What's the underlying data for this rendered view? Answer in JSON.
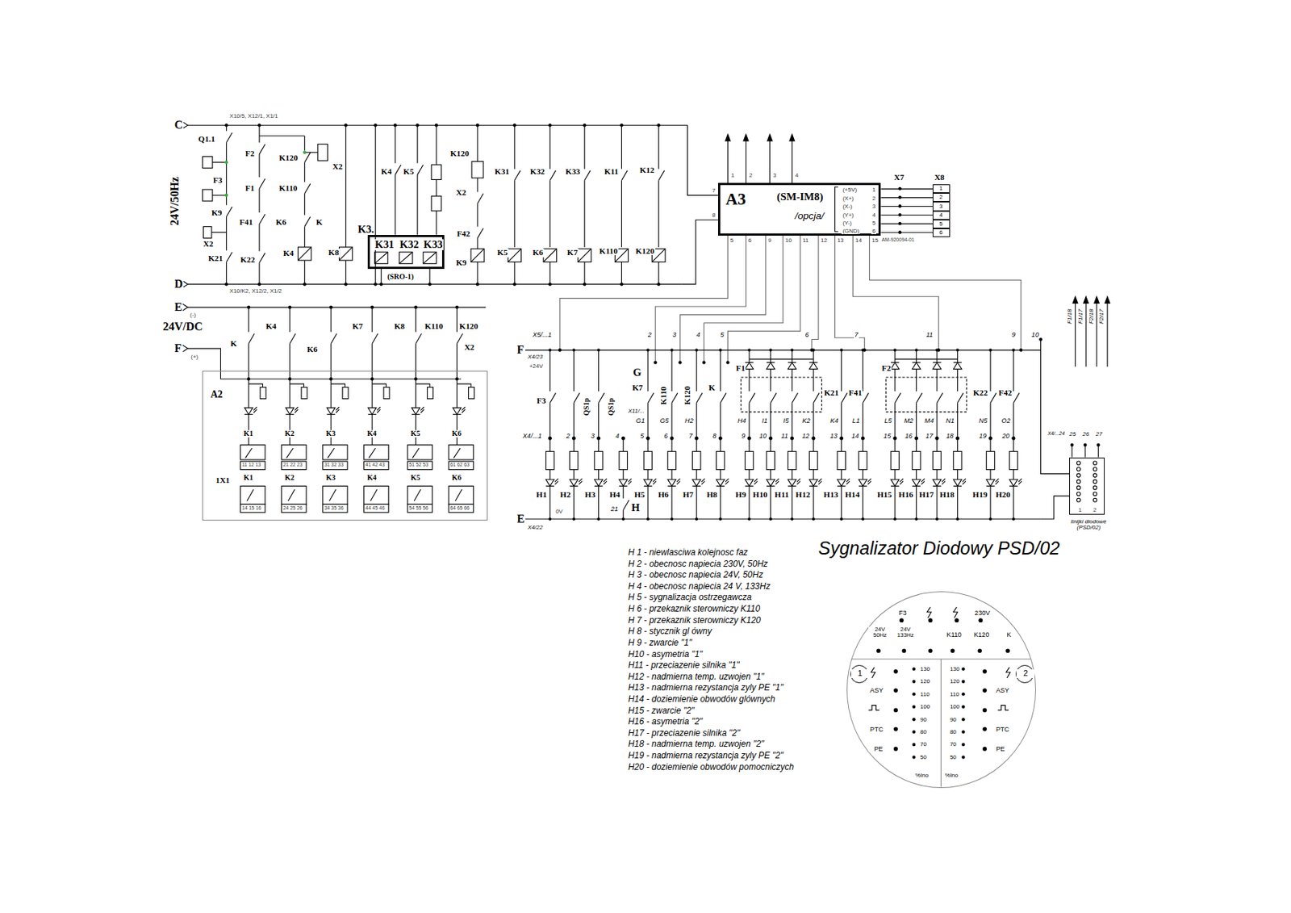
{
  "diagram": {
    "title": "Sygnalizator Diodowy PSD/02",
    "nodes": [
      {
        "text": [
          "A3",
          "(SM-IM8)",
          "/opcja/",
          "(+5V)",
          "(X+)",
          "(X-)",
          "(Y+)",
          "(Y-)",
          "(GND)",
          "1",
          "2",
          "3",
          "4",
          "5",
          "6"
        ]
      },
      {
        "text": [
          "K3.",
          "K31",
          "K32",
          "K33",
          "(SRO-1)"
        ]
      },
      {
        "text": [
          "A2"
        ]
      },
      {
        "text": [
          "1"
        ]
      },
      {
        "text": [
          "2"
        ]
      },
      {
        "text": [
          "3"
        ]
      },
      {
        "text": [
          "4"
        ]
      },
      {
        "text": [
          "5"
        ]
      },
      {
        "text": [
          "6"
        ]
      },
      {
        "text": [
          "1",
          "2",
          "linijki diodowe (PSD/02)"
        ]
      },
      {
        "text": [
          "F3",
          "230V",
          "24V 50Hz",
          "24V 133Hz",
          "K110",
          "K120",
          "K",
          "ASY",
          "PTC",
          "PE",
          "ASY",
          "PTC",
          "PE",
          "130",
          "120",
          "110",
          "100",
          "90",
          "80",
          "70",
          "50",
          "130",
          "120",
          "110",
          "100",
          "90",
          "80",
          "70",
          "50",
          "%Ino",
          "%Ino"
        ]
      },
      {
        "text": [
          "1"
        ],
        "in": 10
      },
      {
        "text": [
          "2"
        ],
        "in": 10
      }
    ],
    "edges": [
      {
        "from": 0,
        "to": 3,
        "arrow": "none"
      },
      {
        "from": 0,
        "to": 4,
        "arrow": "none"
      },
      {
        "from": 0,
        "to": 5,
        "arrow": "none"
      },
      {
        "from": 0,
        "to": 6,
        "arrow": "none"
      },
      {
        "from": 0,
        "to": 7,
        "arrow": "none"
      },
      {
        "from": 0,
        "to": 8,
        "arrow": "none"
      }
    ],
    "labels": [
      "C",
      "24V/50Hz",
      "Q1.1",
      "X10/5, X12/1, X1/1",
      "F2",
      "F3",
      "F1",
      "K9",
      "F41",
      "X2",
      "K21",
      "K22",
      "K120",
      "K110",
      "X2",
      "K6",
      "K",
      "K4",
      "K8",
      "X10/K2, X12/2, X1/2",
      "D",
      "K4",
      "K5",
      "K120",
      "X2",
      "F42",
      "K9",
      "K31",
      "K32",
      "K33",
      "K11",
      "K12",
      "K5",
      "K6",
      "K7",
      "K110",
      "K120",
      "X7",
      "X8",
      "1",
      "2",
      "3",
      "4",
      "7",
      "8",
      "5",
      "6",
      "9",
      "10",
      "11",
      "12",
      "13",
      "14",
      "15",
      "AM-920094-01",
      "E",
      "(-)",
      "24V/DC",
      "F",
      "(+)",
      "K4",
      "K",
      "K6",
      "K7",
      "K8",
      "K110",
      "K120",
      "X2",
      "K1",
      "K2",
      "K3",
      "K4",
      "K5",
      "K6",
      "1X1",
      "K1",
      "K2",
      "K3",
      "K4",
      "K5",
      "K6",
      "11 12 13",
      "21 22 23",
      "31 32 33",
      "41 42 43",
      "51 52 53",
      "61 62 63",
      "14 15 16",
      "24 25 26",
      "34 35 36",
      "44 45 46",
      "54 55 56",
      "64 65 66",
      "F",
      "E",
      "X5/...1",
      "X4/23",
      "+24V",
      "X4/...1",
      "X4/22",
      "0V",
      "F3",
      "QS1p",
      "QS1p",
      "G",
      "K7",
      "X11/...",
      "K110",
      "K120",
      "K",
      "F1",
      "F2",
      "K21",
      "F41",
      "K22",
      "F42",
      "2",
      "3",
      "4",
      "5",
      "6",
      "7",
      "11",
      "9",
      "10",
      "G1",
      "G5",
      "H2",
      "H4",
      "I1",
      "I5",
      "K2",
      "K4",
      "L1",
      "L5",
      "M2",
      "M4",
      "N1",
      "N5",
      "O2",
      "2",
      "3",
      "4",
      "5",
      "6",
      "7",
      "8",
      "9",
      "10",
      "11",
      "12",
      "13",
      "14",
      "15",
      "16",
      "17",
      "18",
      "19",
      "20",
      "H1",
      "H2",
      "H3",
      "H4",
      "H5",
      "H6",
      "H7",
      "H8",
      "H9",
      "H10",
      "H11",
      "H12",
      "H13",
      "H14",
      "H15",
      "H16",
      "H17",
      "H18",
      "H19",
      "H20",
      "H",
      "21",
      "X4/...24",
      "25",
      "26",
      "27",
      "F1/18",
      "F1/17",
      "F2/18",
      "F2/17",
      "H 1 - niewlasciwa kolejnosc faz",
      "H 2 - obecnosc napiecia 230V, 50Hz",
      "H 3 - obecnosc napiecia 24V, 50Hz",
      "H 4 - obecnosc napiecia 24 V, 133Hz",
      "H 5 - sygnalizacja ostrzegawcza",
      "H 6 - przekaznik sterowniczy K110",
      "H 7 - przekaznik sterowniczy K120",
      "H 8 - stycznik gl ówny",
      "H 9 - zwarcie \"1\"",
      "H10 - asymetria \"1\"",
      "H11 - przeciazenie silnika \"1\"",
      "H12 - nadmierna temp. uzwojen \"1\"",
      "H13 - nadmierna rezystancja zyly PE \"1\"",
      "H14 - doziemienie obwodów glównych",
      "H15 - zwarcie \"2\"",
      "H16 - asymetria \"2\"",
      "H17 - przeciazenie silnika \"2\"",
      "H18 - nadmierna temp. uzwojen \"2\"",
      "H19 - nadmierna rezystancja zyly PE \"2\"",
      "H20 - doziemienie obwodów pomocniczych"
    ]
  }
}
